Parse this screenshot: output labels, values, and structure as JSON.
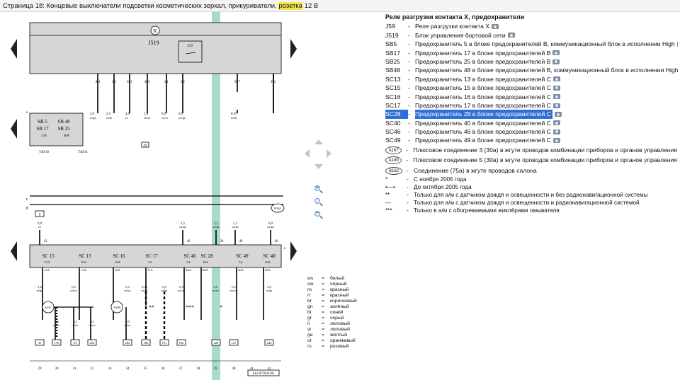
{
  "window": {
    "title_prefix": "Страница 18: Концевые выключатели подсветки косметических зеркал, прикуриватели, ",
    "title_highlight": "розетка",
    "title_suffix": " 12 В"
  },
  "diagram": {
    "units": {
      "top_unit": "J519",
      "relay": "J59",
      "k_symbol": "K",
      "left_block": "a"
    },
    "top_pins": [
      "A/1",
      "J/3",
      "D/1",
      "K/5",
      "I/1",
      "I/2",
      "D/7",
      "F/2"
    ],
    "top_wires": [
      {
        "size": "4,0",
        "color": "ro/ge"
      },
      {
        "size": "2,5",
        "color": "ro/br"
      },
      {
        "size": "4,0",
        "color": "ro"
      },
      {
        "size": "1,0",
        "color": "sw/ro"
      },
      {
        "size": "6,0",
        "color": "sw/ro"
      },
      {
        "size": "6,0",
        "color": "sw/ge"
      },
      {
        "size": "0,35",
        "color": "ro/sb"
      }
    ],
    "fuses_left": [
      {
        "code": "SB 5",
        "amp": "15A"
      },
      {
        "code": "SB 17",
        "amp": "15A"
      },
      {
        "code": "SB 48",
        "amp": "40A"
      },
      {
        "code": "SB 25",
        "amp": "40A"
      }
    ],
    "left_terminals": [
      "T40/18",
      "T40/31"
    ],
    "box_29": "29",
    "side_letters": [
      "c",
      "d"
    ],
    "mid_labels": [
      {
        "size": "6,0",
        "color": "ro",
        "term": "12"
      },
      {
        "size": "2,5",
        "color": "sw/ge",
        "term": "46"
      },
      {
        "size": "2,5",
        "color": "sw/ge",
        "term": "28"
      },
      {
        "size": "2,5",
        "color": "sw/ge",
        "term": "49"
      },
      {
        "size": "6,0",
        "color": "sw/ge",
        "term": "40"
      }
    ],
    "box_b162": "B162",
    "box_9": "9",
    "sc_fuses": [
      {
        "code": "SC 15",
        "amp": "7,5A",
        "out": "15A"
      },
      {
        "code": "SC 13",
        "amp": "10A",
        "out": "13A"
      },
      {
        "code": "SC 16",
        "amp": "10A",
        "out": "16A"
      },
      {
        "code": "SC 17",
        "amp": "5A",
        "out": "17A"
      },
      {
        "code": "SC 46",
        "amp": "5A",
        "out": "46A"
      },
      {
        "code": "SC 28",
        "amp": "20A",
        "out": "28A"
      },
      {
        "code": "SC 49",
        "amp": "5A",
        "out": "49A"
      },
      {
        "code": "SC 40",
        "amp": "40A",
        "out": "40A"
      }
    ],
    "bottom_wires": [
      {
        "size": "1,0",
        "color": "ro/ge"
      },
      {
        "size": "0,5",
        "color": "ro/ws"
      },
      {
        "size": "0,5",
        "color": "ro/ws"
      },
      {
        "size": "0,35",
        "color": "ro/ge"
      },
      {
        "size": "0,5",
        "color": "ro/ge"
      },
      {
        "size": "0,5",
        "color": "sw/ws"
      },
      {
        "size": "2,5",
        "color": "sw/ro"
      },
      {
        "size": "0,5",
        "color": "sw/ws"
      },
      {
        "size": "4,0",
        "color": "ro/ge"
      }
    ],
    "lower_wires": [
      {
        "size": "0,5",
        "color": "ro/ws"
      },
      {
        "size": "0,5",
        "color": "ro/ws"
      },
      {
        "size": "0,5",
        "color": "ro/ws"
      },
      {
        "size": "0,5",
        "color": "ro/ws"
      }
    ],
    "connectors": [
      "A167",
      "A189"
    ],
    "markers": [
      "**",
      "***",
      "*"
    ],
    "bottom_boxes": [
      "35",
      "170",
      "93",
      "256",
      "202",
      "186",
      "191",
      "182",
      "226",
      "127",
      "246"
    ],
    "ruler": [
      "29",
      "30",
      "31",
      "32",
      "33",
      "34",
      "35",
      "36",
      "37",
      "38",
      "39",
      "40",
      "41",
      "42"
    ],
    "doc_id": "Lk1-072041205",
    "highlight_color": "#a8dcc8"
  },
  "legend_title": "Реле разгрузки контакта X, предохранители",
  "legend": [
    {
      "code": "J59",
      "dash": "-",
      "desc": "Реле разгрузки контакта X",
      "camera": true
    },
    {
      "code": "J519",
      "dash": "-",
      "desc": "Блок управления бортовой сети",
      "camera": true
    },
    {
      "code": "SB5",
      "dash": "-",
      "desc": "Предохранитель 5 в блоке предохранителей B, коммуникационный блок в исполнении High",
      "camera": true
    },
    {
      "code": "SB17",
      "dash": "-",
      "desc": "Предохранитель 17 в блоке предохранителей B",
      "camera": true
    },
    {
      "code": "SB25",
      "dash": "-",
      "desc": "Предохранитель 25 в блоке предохранителей B",
      "camera": true
    },
    {
      "code": "SB48",
      "dash": "-",
      "desc": "Предохранитель 48 в блоке предохранителей B, коммуникационный блок в исполнении High",
      "camera": true
    },
    {
      "code": "SC13",
      "dash": "-",
      "desc": "Предохранитель 13 в блоке предохранителей C",
      "camera": true
    },
    {
      "code": "SC15",
      "dash": "-",
      "desc": "Предохранитель 15 в блоке предохранителей C",
      "camera": true
    },
    {
      "code": "SC16",
      "dash": "-",
      "desc": "Предохранитель 16 в блоке предохранителей C",
      "camera": true
    },
    {
      "code": "SC17",
      "dash": "-",
      "desc": "Предохранитель 17 в блоке предохранителей C",
      "camera": true
    },
    {
      "code": "SC28",
      "dash": "-",
      "desc": "Предохранитель 28 в блоке предохранителей C",
      "camera": true,
      "selected": true
    },
    {
      "code": "SC40",
      "dash": "-",
      "desc": "Предохранитель 40 в блоке предохранителей C",
      "camera": true
    },
    {
      "code": "SC46",
      "dash": "-",
      "desc": "Предохранитель 46 в блоке предохранителей C",
      "camera": true
    },
    {
      "code": "SC49",
      "dash": "-",
      "desc": "Предохранитель 49 в блоке предохранителей C",
      "camera": true
    }
  ],
  "legend_connectors": [
    {
      "code": "A167",
      "dash": "-",
      "desc": "Плюсовое соединение 3 (30а) в жгуте проводов комбинации приборов и органов управления"
    },
    {
      "code": "A189",
      "dash": "-",
      "desc": "Плюсовое соединение 5 (30а) в жгуте проводов комбинации приборов и органов управления"
    },
    {
      "code": "B162",
      "dash": "-",
      "desc": "Соединение (75а) в жгуте проводов салона"
    }
  ],
  "legend_notes": [
    {
      "code": "*",
      "dash": "-",
      "desc": "С ноября 2005 года"
    },
    {
      "code": "•—•",
      "dash": "-",
      "desc": "До октября 2005 года"
    },
    {
      "code": "**",
      "dash": "-",
      "desc": "Только для а/м с датчиком дождя и освещенности и без радионавигационной системы"
    },
    {
      "code": "---",
      "dash": "-",
      "desc": "Только для а/м с датчиком дождя и освещенности и радионавигационной системой"
    },
    {
      "code": "***",
      "dash": "-",
      "desc": "Только в а/м с обогреваемыми жиклёрами омывателя"
    }
  ],
  "color_codes": [
    {
      "k": "ws",
      "v": "белый"
    },
    {
      "k": "sw",
      "v": "чёрный"
    },
    {
      "k": "ro",
      "v": "красный"
    },
    {
      "k": "rt",
      "v": "красный"
    },
    {
      "k": "br",
      "v": "коричневый"
    },
    {
      "k": "gn",
      "v": "зелёный"
    },
    {
      "k": "bl",
      "v": "синий"
    },
    {
      "k": "gr",
      "v": "серый"
    },
    {
      "k": "li",
      "v": "лиловый"
    },
    {
      "k": "vi",
      "v": "лиловый"
    },
    {
      "k": "ge",
      "v": "жёлтый"
    },
    {
      "k": "or",
      "v": "оранжевый"
    },
    {
      "k": "rs",
      "v": "розовый"
    }
  ]
}
